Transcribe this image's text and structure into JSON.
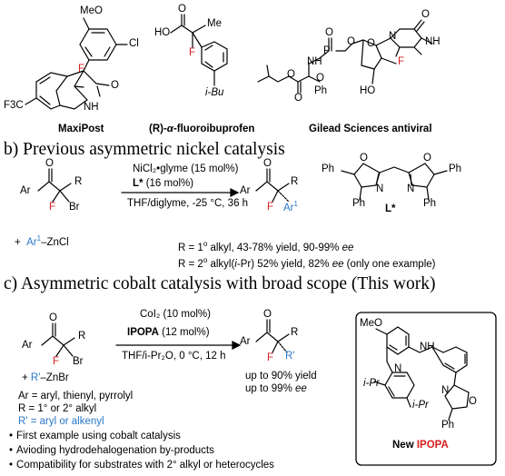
{
  "section_a": {
    "maxipost": {
      "name": "MaxiPost",
      "atoms": {
        "ome": "MeO",
        "f": "F",
        "cl": "Cl",
        "cf3": "F3C",
        "nh": "NH",
        "o": "O"
      }
    },
    "fluoroibuprofen": {
      "name_prefix": "(R)-",
      "name_alpha": "α",
      "name_suffix": "-fluoroibuprofen",
      "atoms": {
        "ho": "HO",
        "o": "O",
        "me": "Me",
        "f": "F",
        "ibu": "i-Bu"
      }
    },
    "gilead": {
      "name": "Gilead Sciences antiviral",
      "atoms": {
        "o1": "O",
        "o2": "O",
        "p": "P",
        "nh": "NH",
        "oph": "O",
        "ph": "Ph",
        "o3": "O",
        "o4": "O",
        "o5": "O",
        "nh2": "NH",
        "n": "N",
        "o6": "O",
        "ho": "HO",
        "f": "F"
      }
    }
  },
  "section_b": {
    "header": "b) Previous asymmetric nickel catalysis",
    "substrate": {
      "ar": "Ar",
      "o": "O",
      "r": "R",
      "f": "F",
      "br": "Br"
    },
    "reagent": {
      "plus": "+",
      "ar1": "Ar",
      "sup": "1",
      "rest": "–ZnCl"
    },
    "conditions": {
      "line1": "NiCl₂•glyme (15 mol%)",
      "line2_bold": "L*",
      "line2_rest": " (16 mol%)",
      "line3": "THF/diglyme, -25 °C, 36 h"
    },
    "product": {
      "ar": "Ar",
      "o": "O",
      "r": "R",
      "f": "F",
      "ar1": "Ar",
      "sup": "1"
    },
    "ligand": {
      "ph1": "Ph",
      "ph2": "Ph",
      "ph3": "Ph",
      "ph4": "Ph",
      "o1": "O",
      "o2": "O",
      "n1": "N",
      "n2": "N",
      "label": "L*"
    },
    "results": {
      "line1_a": "R = 1",
      "line1_b": "o",
      "line1_c": " alkyl, 43-78% yield, 90-99% ",
      "line1_ee": "ee",
      "line2_a": "R = 2",
      "line2_b": "o",
      "line2_c": " alkyl(",
      "line2_ipr": "i",
      "line2_d": "-Pr)  52% yield, 82% ",
      "line2_ee": "ee",
      "line2_e": " (only one example)"
    }
  },
  "section_c": {
    "header": "c) Asymmetric cobalt catalysis with broad scope (This work)",
    "substrate": {
      "ar": "Ar",
      "o": "O",
      "r": "R",
      "f": "F",
      "br": "Br"
    },
    "reagent": {
      "plus": "+",
      "r": "R'",
      "rest": "–ZnBr"
    },
    "conditions": {
      "line1": "CoI₂ (10 mol%)",
      "line2_bold": "IPOPA",
      "line2_rest": " (12 mol%)",
      "line3": "THF/i-Pr₂O, 0 °C, 12 h"
    },
    "product": {
      "ar": "Ar",
      "o": "O",
      "r": "R",
      "f": "F",
      "r2": "R'"
    },
    "yields": {
      "line1": "up to 90% yield",
      "line2_a": "up to 99% ",
      "line2_ee": "ee"
    },
    "scope": {
      "line1": "Ar = aryl, thienyl, pyrrolyl",
      "line2": "R = 1° or 2° alkyl",
      "line3": "R' = aryl or alkenyl"
    },
    "bullets": [
      "First example using cobalt catalysis",
      "Avioding hydrodehalogenation by-products",
      "Compatibility for substrates with  2° alkyl or heterocycles"
    ],
    "ipopa": {
      "meo": "MeO",
      "n1": "N",
      "nh": "NH",
      "n2": "N",
      "o": "O",
      "ipr1": "i-Pr",
      "ipr2": "i-Pr",
      "ph": "Ph",
      "label_a": "New ",
      "label_b": "IPOPA"
    }
  },
  "colors": {
    "fluorine": "#d42020",
    "ar1": "#2a78c8",
    "r_prime": "#2a78c8",
    "ipopa": "#d42020"
  }
}
